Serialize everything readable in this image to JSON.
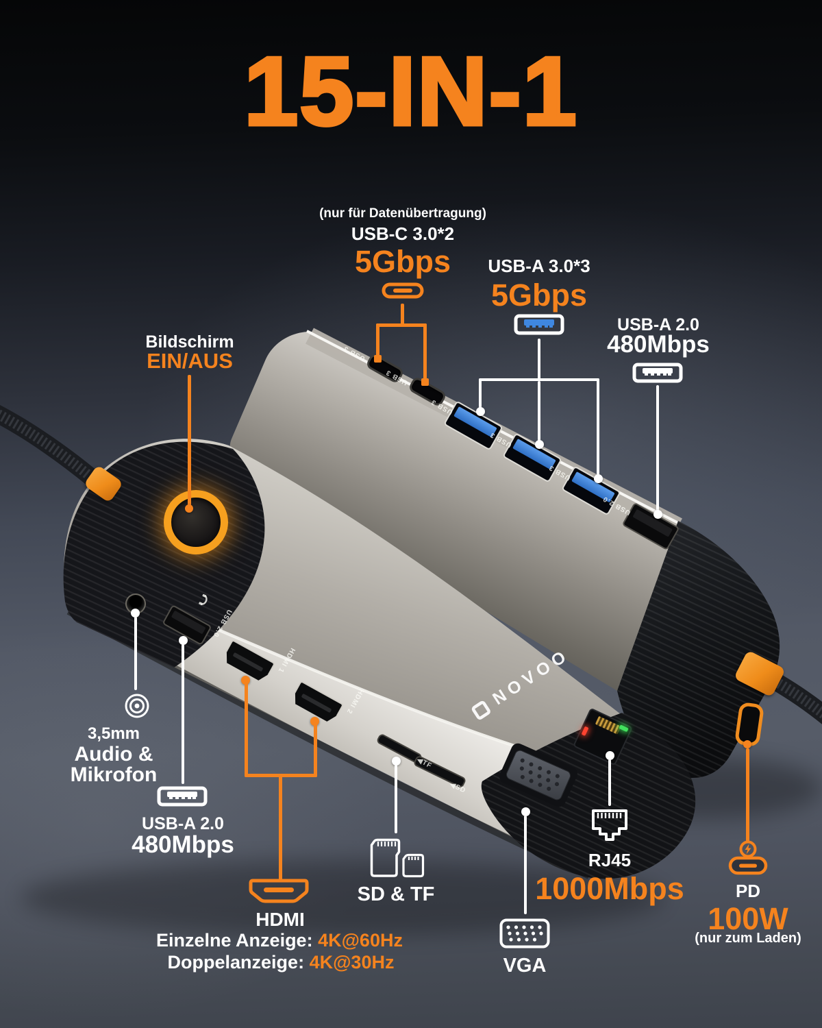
{
  "title": "15-IN-1",
  "brand": "NOVOO",
  "colors": {
    "accent": "#F5831E",
    "usb3_blue": "#3F87E0"
  },
  "callouts": {
    "usb_c": {
      "note": "(nur für Datenübertragung)",
      "name": "USB-C 3.0*2",
      "speed": "5Gbps"
    },
    "usb_a3": {
      "name": "USB-A 3.0*3",
      "speed": "5Gbps"
    },
    "usb_a2_top": {
      "name": "USB-A 2.0",
      "speed": "480Mbps"
    },
    "screen": {
      "label": "Bildschirm",
      "state": "EIN/AUS"
    },
    "audio": {
      "size": "3,5mm",
      "line1": "Audio &",
      "line2": "Mikrofon"
    },
    "usb_a2_bottom": {
      "name": "USB-A 2.0",
      "speed": "480Mbps"
    },
    "hdmi": {
      "name": "HDMI",
      "single_label": "Einzelne Anzeige:",
      "single_value": "4K@60Hz",
      "dual_label": "Doppelanzeige:",
      "dual_value": "4K@30Hz"
    },
    "sd_tf": {
      "name": "SD & TF"
    },
    "vga": {
      "name": "VGA"
    },
    "rj45": {
      "name": "RJ45",
      "speed": "1000Mbps"
    },
    "pd": {
      "name": "PD",
      "power": "100W",
      "note": "(nur zum Laden)"
    }
  },
  "etched": {
    "usb3": "USB 3",
    "usb2": "USB 2.0",
    "hdmi1": "HDMI 1",
    "hdmi2": "HDMI 2",
    "tf": "◀TF",
    "sd": "◀SD"
  }
}
